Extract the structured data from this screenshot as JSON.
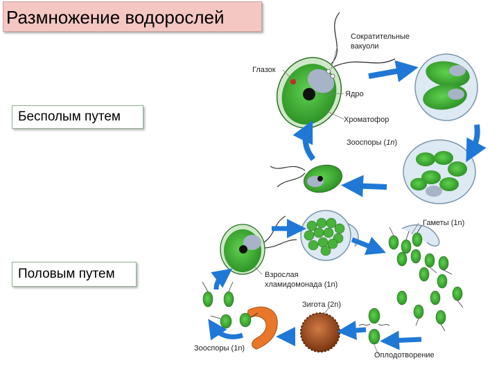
{
  "title": "Размножение водорослей",
  "boxes": {
    "asexual": "Бесполым путем",
    "sexual": "Половым путем"
  },
  "labels": {
    "contractile_1": "Сократительные",
    "contractile_2": "вакуоли",
    "eyespot": "Глазок",
    "nucleus": "Ядро",
    "chromatophore": "Хроматофор",
    "zoospores_asexual": "Зооспоры (",
    "zoospores_asexual_n": "1n",
    "zoospores_asexual_close": ")",
    "gametes": "Гаметы (1n)",
    "adult_1": "Взрослая",
    "adult_2": "хламидомонада (1n)",
    "zygote": "Зигота (2n)",
    "zoospores_sexual": "Зооспоры (1n)",
    "fertilization": "Оплодотворение"
  },
  "colors": {
    "cell_green": "#3aa832",
    "arrow_blue": "#1f78d6",
    "zygote_brown": "#a0522d",
    "orange_cell": "#e8772a"
  }
}
